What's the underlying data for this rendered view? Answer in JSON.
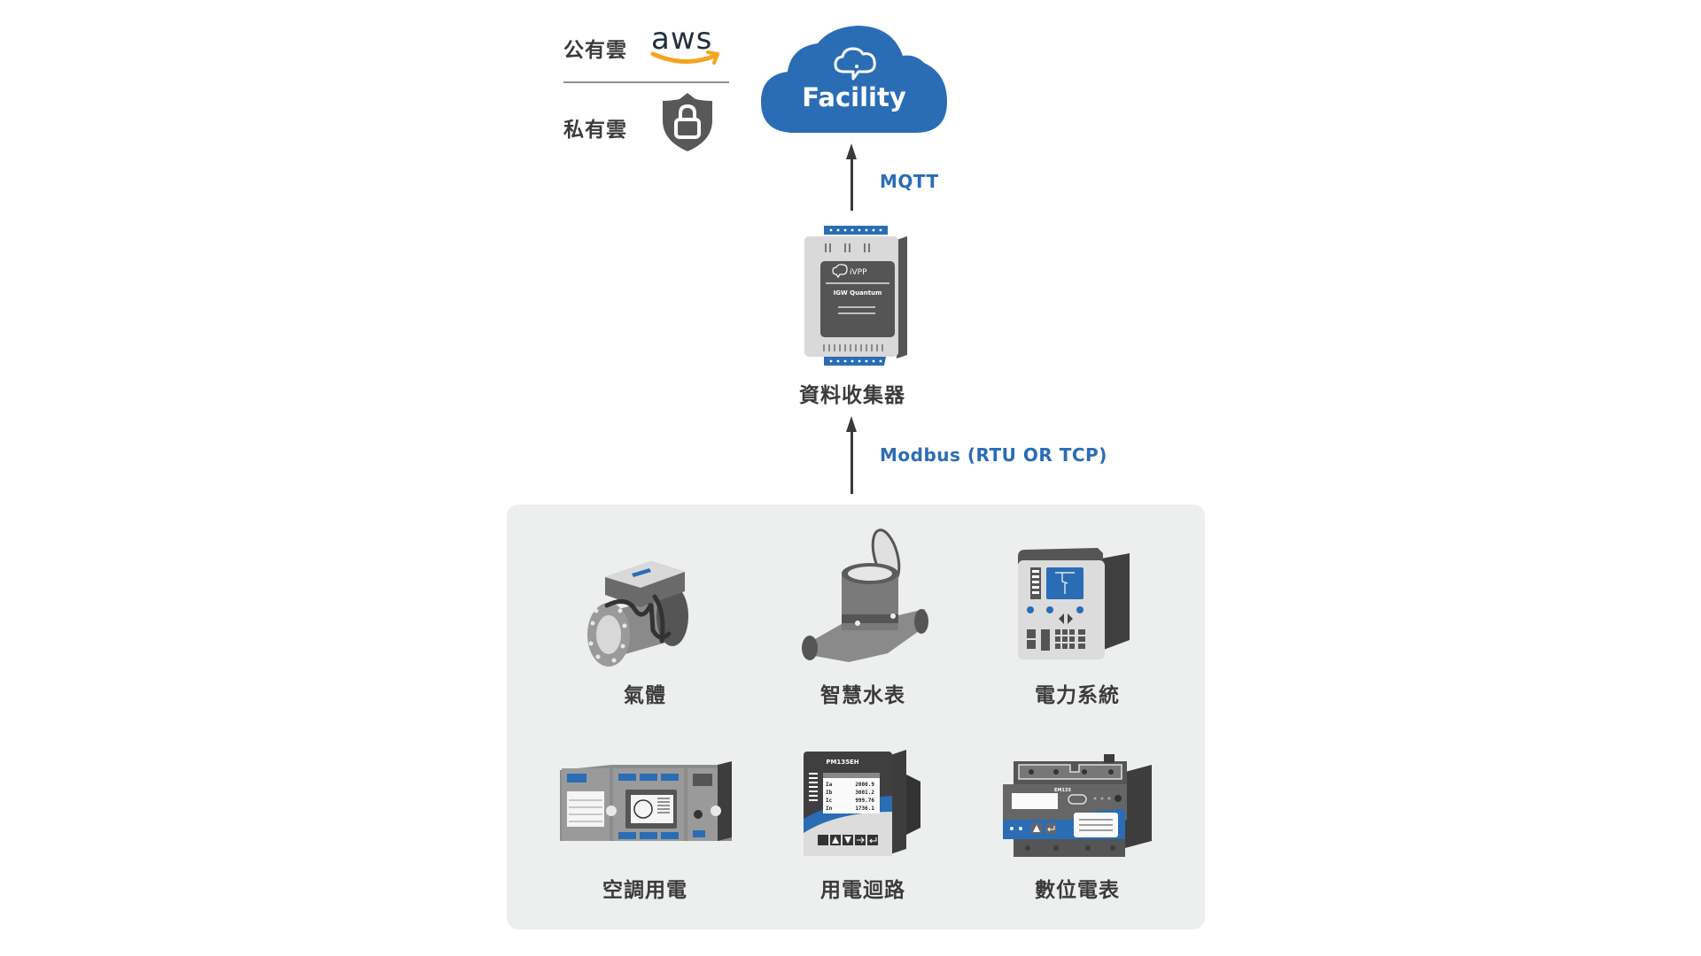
{
  "legend": {
    "public_cloud_label": "公有雲",
    "public_cloud_icon": "aws-logo-icon",
    "public_cloud_logo_text": "aws",
    "private_cloud_label": "私有雲",
    "private_cloud_icon": "lock-shield-icon"
  },
  "cloud": {
    "name": "Facility",
    "icon": "cloud-speech-icon"
  },
  "links": {
    "top": {
      "protocol": "MQTT",
      "icon": "arrow-up-icon"
    },
    "bottom": {
      "protocol": "Modbus (RTU OR TCP)",
      "icon": "arrow-up-icon"
    }
  },
  "gateway": {
    "label": "資料收集器",
    "brand": "iVPP",
    "model": "IGW Quantum"
  },
  "devices": [
    {
      "label": "氣體",
      "icon": "gas-flow-meter-icon"
    },
    {
      "label": "智慧水表",
      "icon": "water-meter-icon"
    },
    {
      "label": "電力系統",
      "icon": "protection-relay-icon"
    },
    {
      "label": "空調用電",
      "icon": "plc-controller-icon"
    },
    {
      "label": "用電迴路",
      "icon": "power-meter-icon",
      "model": "PM135EH",
      "readings": [
        {
          "name": "Ia",
          "value": "2000.9"
        },
        {
          "name": "Ib",
          "value": "3001.2"
        },
        {
          "name": "Ic",
          "value": "999.76"
        },
        {
          "name": "In",
          "value": "1736.1"
        }
      ]
    },
    {
      "label": "數位電表",
      "icon": "din-rail-meter-icon",
      "model": "EM133"
    }
  ],
  "colors": {
    "brand_blue": "#2a6db5",
    "aws_navy": "#232f3e",
    "aws_orange": "#f4a51c",
    "device_dark": "#4d4d4d",
    "panel_bg": "#edeeee"
  }
}
